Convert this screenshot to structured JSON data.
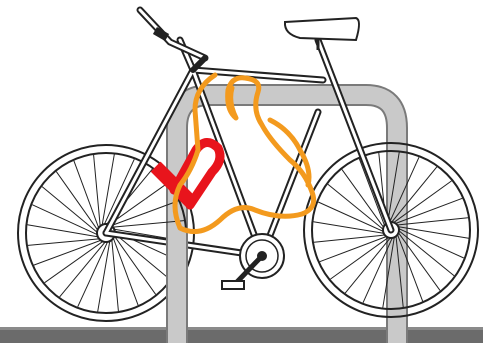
{
  "illustration": {
    "subject": "bicycle-locked-to-stand",
    "colors": {
      "background": "#ffffff",
      "ground": "#6b6b6b",
      "stand_fill": "#c9c9c9",
      "stand_outline": "#7a7a7a",
      "frame_outline": "#222222",
      "frame_fill": "#ffffff",
      "u_lock": "#e8141c",
      "cable": "#f39a1e"
    },
    "wheels": {
      "spokes_per_wheel": 24
    },
    "elements": [
      "rear-wheel",
      "front-wheel",
      "frame",
      "saddle",
      "handlebars",
      "chainring",
      "crank-pedal",
      "bike-stand",
      "u-lock",
      "cable-lock",
      "ground"
    ]
  }
}
